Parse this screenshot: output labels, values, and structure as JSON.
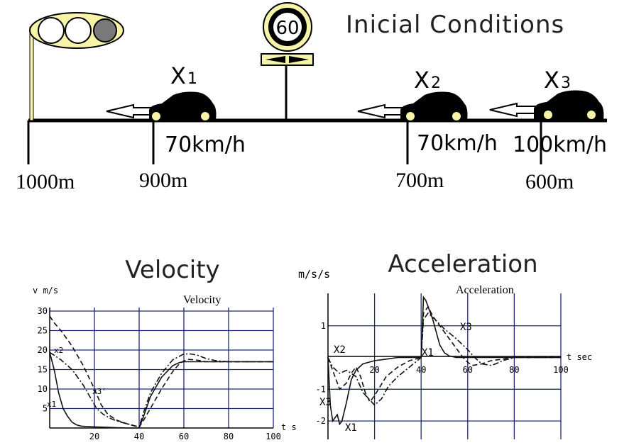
{
  "scene": {
    "title": "Inicial Conditions",
    "speed_limit": "60",
    "cars": [
      {
        "label": "X",
        "sub": "1",
        "speed": "70km/h",
        "position": "900m"
      },
      {
        "label": "X",
        "sub": "2",
        "speed": "70km/h",
        "position": "700m"
      },
      {
        "label": "X",
        "sub": "3",
        "speed": "100km/h",
        "position": "600m"
      }
    ],
    "signal_position": "1000m",
    "colors": {
      "traffic_light_body": "#f7f3a8",
      "road": "#000000"
    }
  },
  "velocity_title": "Velocity",
  "acceleration_title": "Acceleration",
  "acceleration_unit": "m/s/s",
  "chart_data": [
    {
      "type": "line",
      "title": "Velocity",
      "ylabel": "v m/s",
      "xlabel": "t s",
      "xlim": [
        0,
        100
      ],
      "ylim": [
        0,
        30
      ],
      "grid": true,
      "x_ticks": [
        "20",
        "40",
        "60",
        "80",
        "100"
      ],
      "y_ticks": [
        "5",
        "10",
        "15",
        "20",
        "25",
        "30"
      ],
      "series_labels": [
        "x2",
        "x3'",
        "x1"
      ],
      "series": [
        {
          "style": "solid",
          "x": [
            0,
            2,
            4,
            6,
            8,
            10,
            12,
            14,
            16,
            20,
            25,
            30,
            35,
            40,
            42,
            45,
            50,
            55,
            58,
            60,
            65,
            70,
            80,
            90,
            100
          ],
          "y": [
            19.4,
            15,
            9,
            5,
            3,
            1.5,
            0.8,
            0.5,
            0.4,
            0.3,
            0.2,
            0.1,
            0,
            0,
            3,
            8,
            13,
            16,
            16.8,
            17,
            17,
            17,
            17,
            17,
            17
          ]
        },
        {
          "style": "dashed",
          "x": [
            0,
            2,
            5,
            10,
            15,
            20,
            23,
            26,
            30,
            35,
            40,
            42,
            45,
            50,
            55,
            58,
            60,
            62,
            65,
            70,
            80,
            90,
            100
          ],
          "y": [
            28.7,
            27,
            25,
            21,
            16,
            10,
            6,
            3.5,
            2,
            1,
            0.2,
            2,
            5,
            10,
            14.5,
            16.5,
            17.2,
            17.6,
            17.5,
            17,
            17,
            17,
            17
          ]
        },
        {
          "style": "dash-dot",
          "x": [
            0,
            5,
            10,
            15,
            18,
            21,
            24,
            27,
            30,
            35,
            40,
            42,
            45,
            50,
            55,
            60,
            63,
            66,
            70,
            75,
            80,
            90,
            100
          ],
          "y": [
            19.4,
            17.5,
            15,
            11,
            8,
            5,
            3.5,
            2.5,
            1.8,
            1,
            0.3,
            4,
            9,
            14,
            17.5,
            19,
            19,
            18.7,
            17.8,
            17.2,
            17,
            17,
            17
          ]
        }
      ]
    },
    {
      "type": "line",
      "title": "Acceleration",
      "ylabel": "m/s/s",
      "xlabel": "t sec",
      "xlim": [
        0,
        100
      ],
      "ylim": [
        -2.4,
        2
      ],
      "grid": true,
      "x_ticks": [
        "20",
        "40",
        "60",
        "80",
        "100"
      ],
      "y_ticks": [
        "1",
        "-1",
        "-2"
      ],
      "series_labels": [
        "X2",
        "X1",
        "X3",
        "X3",
        "X1"
      ],
      "series": [
        {
          "style": "solid",
          "x": [
            0,
            1,
            2,
            4,
            5,
            6,
            8,
            10,
            12,
            15,
            20,
            25,
            30,
            35,
            40,
            41,
            42,
            45,
            48,
            50,
            52,
            55,
            58,
            60,
            70,
            80,
            100
          ],
          "y": [
            0,
            -1.5,
            -2,
            -1.8,
            -2.1,
            -2,
            -1.4,
            -0.7,
            -0.4,
            -0.2,
            -0.1,
            -0.05,
            0,
            0,
            0,
            1.9,
            1.8,
            1.2,
            0.4,
            0.15,
            0.05,
            0,
            0,
            0,
            0,
            0,
            0
          ]
        },
        {
          "style": "dashed",
          "x": [
            0,
            3,
            5,
            8,
            10,
            12,
            14,
            16,
            18,
            20,
            25,
            30,
            35,
            40,
            41,
            43,
            45,
            50,
            55,
            58,
            60,
            62,
            66,
            70,
            75,
            80,
            90,
            100
          ],
          "y": [
            0,
            -0.6,
            -1,
            -0.8,
            -0.5,
            -0.3,
            -0.6,
            -1.1,
            -1.4,
            -1.2,
            -0.6,
            -0.3,
            -0.1,
            0,
            1.4,
            1.6,
            1.3,
            0.8,
            0.3,
            0,
            -0.15,
            -0.25,
            -0.2,
            -0.1,
            -0.05,
            0,
            0,
            0
          ]
        },
        {
          "style": "dash-dot",
          "x": [
            0,
            2,
            5,
            8,
            12,
            15,
            20,
            23,
            26,
            30,
            35,
            40,
            41,
            43,
            46,
            50,
            55,
            60,
            63,
            66,
            70,
            72,
            75,
            80,
            90,
            100
          ],
          "y": [
            0,
            -0.3,
            -0.5,
            -0.4,
            -0.6,
            -1.1,
            -1.5,
            -1.3,
            -0.9,
            -0.6,
            -0.3,
            0,
            1.2,
            1.4,
            1.2,
            0.9,
            0.6,
            0.25,
            0,
            -0.2,
            -0.25,
            -0.2,
            -0.1,
            0,
            0,
            0
          ]
        }
      ]
    }
  ]
}
